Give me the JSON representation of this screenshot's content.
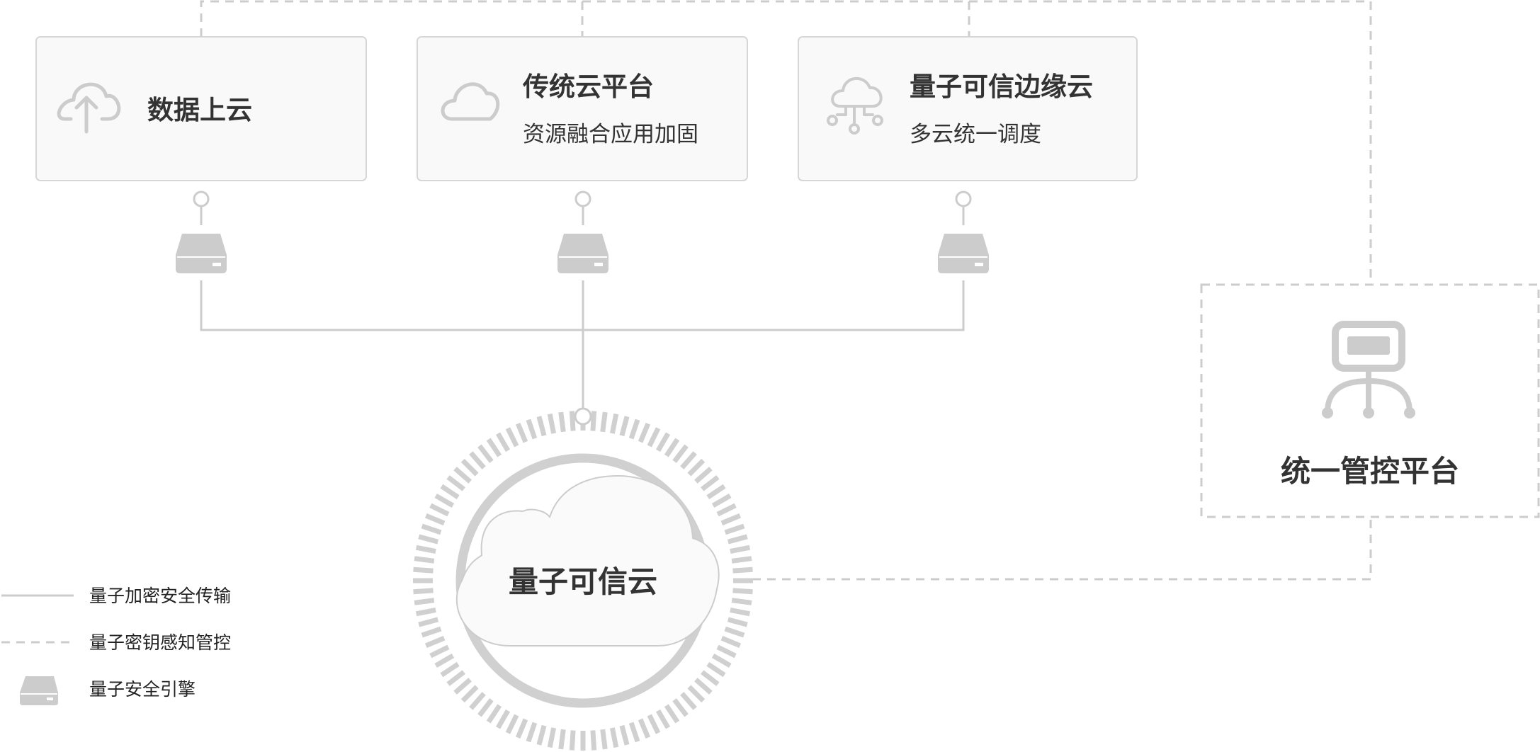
{
  "cards": [
    {
      "title": "数据上云",
      "subtitle": "",
      "icon": "cloud-upload-icon"
    },
    {
      "title": "传统云平台",
      "subtitle": "资源融合应用加固",
      "icon": "cloud-icon"
    },
    {
      "title": "量子可信边缘云",
      "subtitle": "多云统一调度",
      "icon": "cloud-network-icon"
    }
  ],
  "center": {
    "label": "量子可信云",
    "icon": "cloud-icon"
  },
  "management": {
    "label": "统一管控平台",
    "icon": "management-platform-icon"
  },
  "legend": [
    {
      "label": "量子加密安全传输",
      "symbol": "solid-line"
    },
    {
      "label": "量子密钥感知管控",
      "symbol": "dashed-line"
    },
    {
      "label": "量子安全引擎",
      "symbol": "engine-device-icon"
    }
  ],
  "colors": {
    "line": "#cccccc",
    "card_bg": "#f9f9f9",
    "card_border": "#d6d6d6",
    "icon": "#cccccc",
    "text": "#333333"
  }
}
